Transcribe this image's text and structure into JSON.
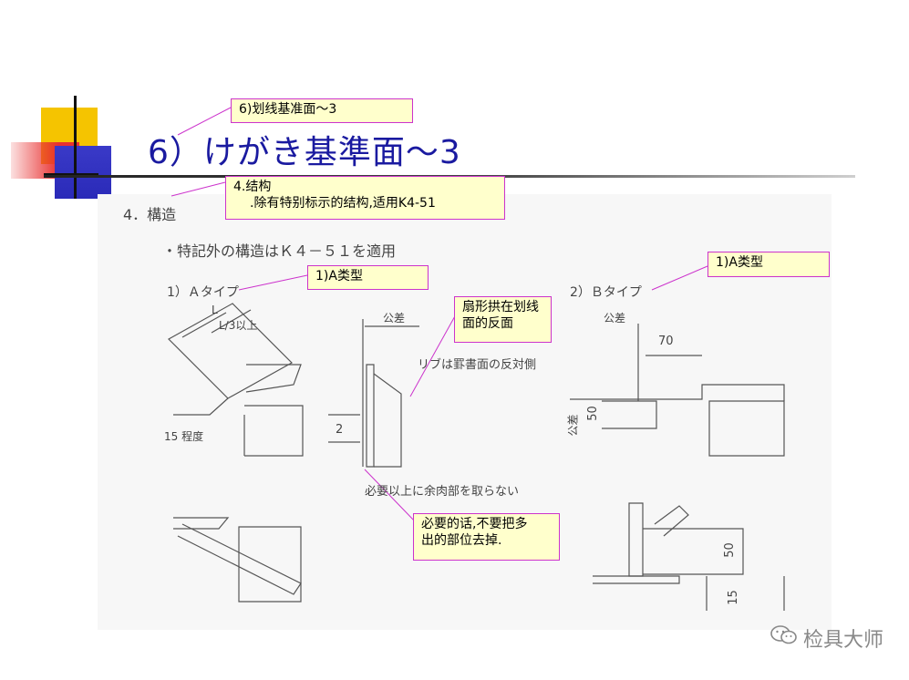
{
  "slide": {
    "title": "6）けがき基準面～3"
  },
  "callouts": {
    "title_note": "6)划线基准面～3",
    "structure_line1": "4.结构",
    "structure_line2": ".除有特别标示的结构,适用K4-51",
    "a_type_left": "1)A类型",
    "a_type_right": "1)A类型",
    "rib_note_line1": "扇形拱在划线",
    "rib_note_line2": "面的反面",
    "trim_note_line1": "必要的话,不要把多",
    "trim_note_line2": "出的部位去掉."
  },
  "drawing": {
    "section_heading": "4．構造",
    "spec_note": "・特記外の構造はＫ４－５１を適用",
    "a_type_label": "1）Ａタイプ",
    "b_type_label": "2）Ｂタイプ",
    "dim_l": "L",
    "dim_l_third": "L/3以上",
    "dim_15": "15 程度",
    "tolerance_label_1": "公差",
    "tolerance_label_2": "公差",
    "rib_note": "リブは罫書面の反対側",
    "dim_2": "2",
    "trim_note": "必要以上に余肉部を取らない",
    "dim_70": "70",
    "dim_50_top": "50",
    "tolerance_vertical": "公差",
    "dim_50_bottom": "50",
    "dim_15_bottom": "15"
  },
  "watermark": {
    "text": "检具大师",
    "icon": "wechat-icon"
  },
  "colors": {
    "title": "#1a1aa0",
    "callout_fill": "#ffffcc",
    "callout_border": "#cc33cc",
    "leader": "#cc33cc",
    "deco_yellow": "#f5c400",
    "deco_red": "#e83030",
    "deco_blue": "#2a2ab8"
  }
}
